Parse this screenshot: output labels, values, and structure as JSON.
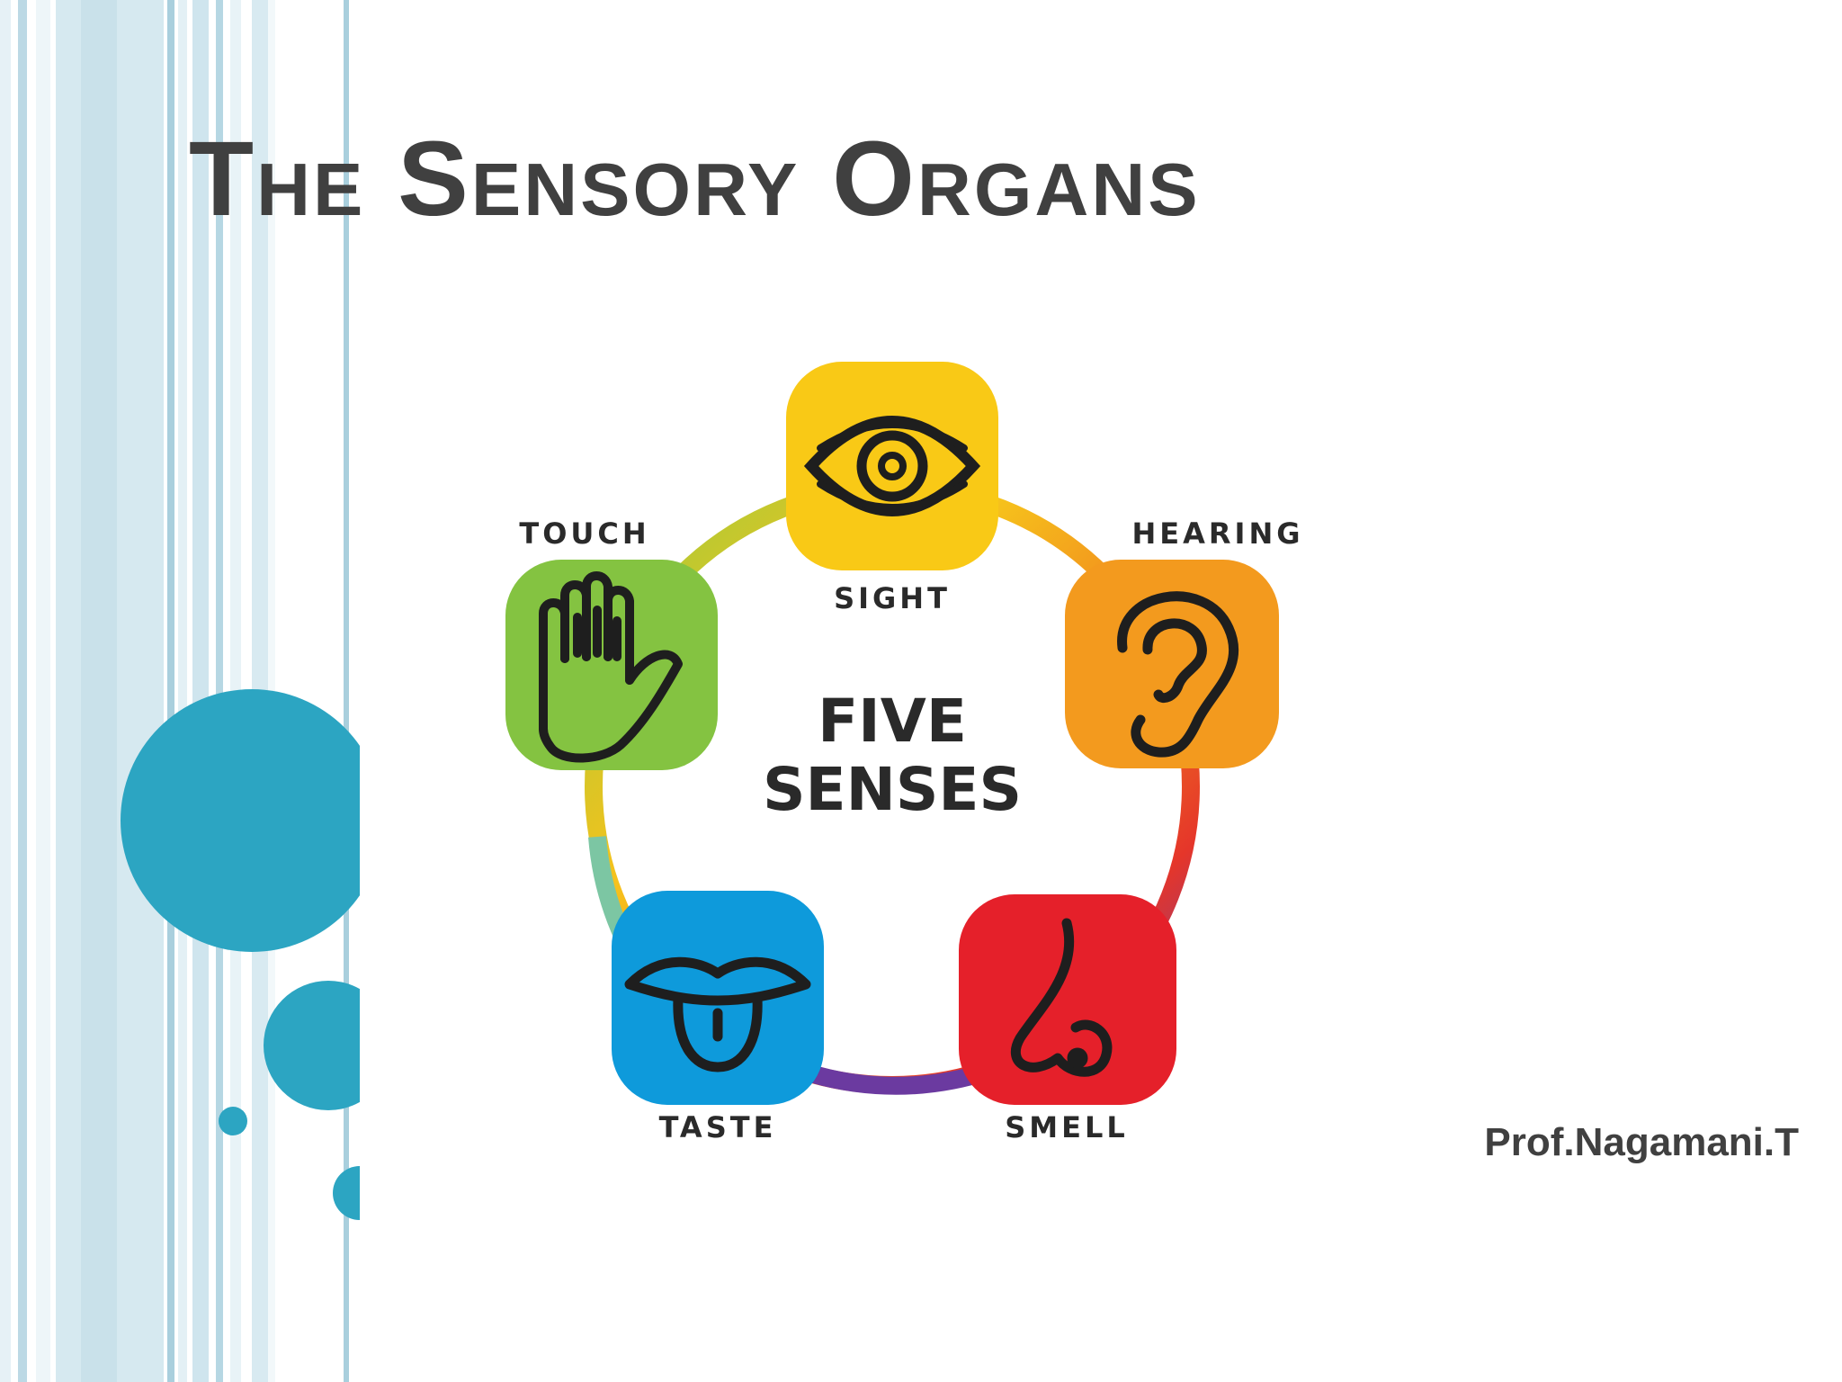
{
  "slide": {
    "title": "The Sensory Organs",
    "author": "Prof.Nagamani.T"
  },
  "diagram": {
    "center_line1": "FIVE",
    "center_line2": "SENSES",
    "senses": [
      {
        "label": "SIGHT",
        "color": "#F9C916",
        "icon": "eye-icon"
      },
      {
        "label": "HEARING",
        "color": "#F39A1E",
        "icon": "ear-icon"
      },
      {
        "label": "SMELL",
        "color": "#E5202A",
        "icon": "nose-icon"
      },
      {
        "label": "TASTE",
        "color": "#0E9ADB",
        "icon": "tongue-icon"
      },
      {
        "label": "TOUCH",
        "color": "#84C341",
        "icon": "hand-icon"
      }
    ]
  },
  "theme": {
    "accent": "#2CA5C2",
    "title_color": "#404040"
  }
}
